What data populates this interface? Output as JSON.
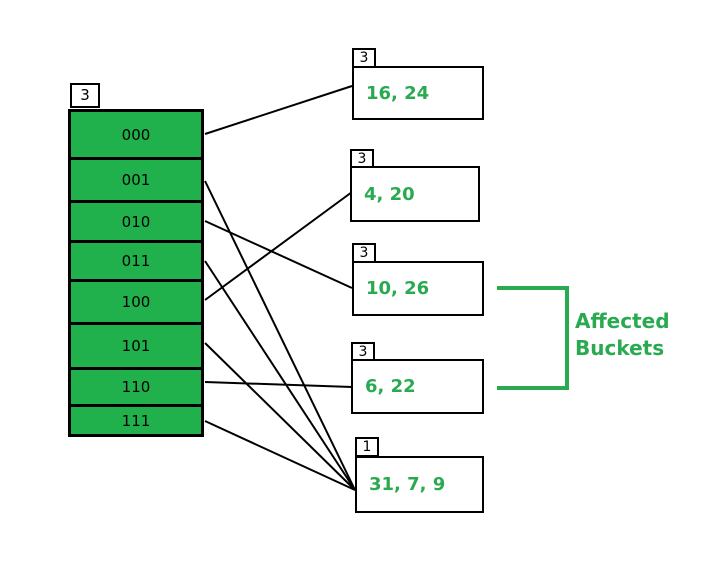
{
  "directory": {
    "global_depth": "3",
    "entries": [
      "000",
      "001",
      "010",
      "011",
      "100",
      "101",
      "110",
      "111"
    ]
  },
  "buckets": [
    {
      "local_depth": "3",
      "keys": "16, 24"
    },
    {
      "local_depth": "3",
      "keys": "4, 20"
    },
    {
      "local_depth": "3",
      "keys": "10, 26"
    },
    {
      "local_depth": "3",
      "keys": "6, 22"
    },
    {
      "local_depth": "1",
      "keys": "31, 7, 9"
    }
  ],
  "annotation": {
    "line1": "Affected",
    "line2": "Buckets",
    "color": "#2aaa50"
  },
  "colors": {
    "directory_fill": "#21b14c",
    "bucket_text": "#2aaa50",
    "line": "#000000"
  }
}
